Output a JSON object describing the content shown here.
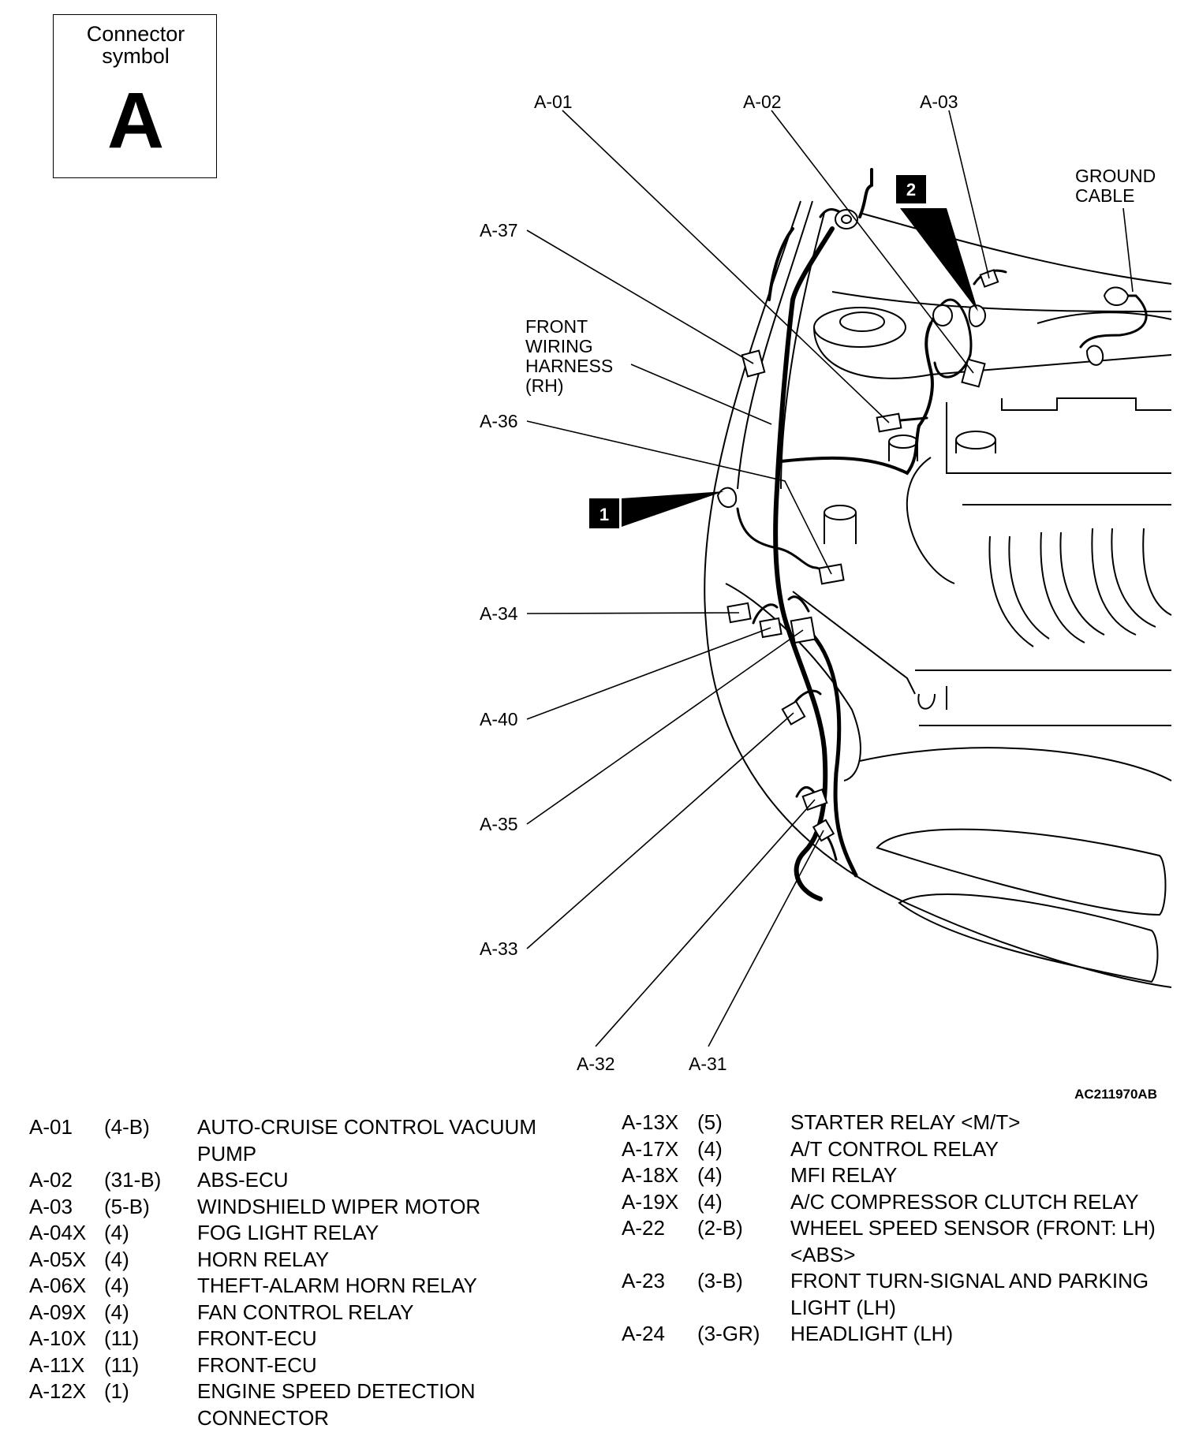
{
  "symbol": {
    "caption_line1": "Connector",
    "caption_line2": "symbol",
    "letter": "A"
  },
  "labels": {
    "a01": "A-01",
    "a02": "A-02",
    "a03": "A-03",
    "ground_line1": "GROUND",
    "ground_line2": "CABLE",
    "a37": "A-37",
    "harness_line1": "FRONT",
    "harness_line2": "WIRING",
    "harness_line3": "HARNESS",
    "harness_line4": "(RH)",
    "a36": "A-36",
    "a34": "A-34",
    "a40": "A-40",
    "a35": "A-35",
    "a33": "A-33",
    "a32": "A-32",
    "a31": "A-31",
    "callout1": "1",
    "callout2": "2"
  },
  "figure_code": "AC211970AB",
  "connectors_left": [
    {
      "id": "A-01",
      "pos": "(4-B)",
      "name": "AUTO-CRUISE CONTROL VACUUM PUMP"
    },
    {
      "id": "A-02",
      "pos": "(31-B)",
      "name": "ABS-ECU"
    },
    {
      "id": "A-03",
      "pos": "(5-B)",
      "name": "WINDSHIELD WIPER MOTOR"
    },
    {
      "id": "A-04X",
      "pos": "(4)",
      "name": "FOG LIGHT RELAY"
    },
    {
      "id": "A-05X",
      "pos": "(4)",
      "name": "HORN RELAY"
    },
    {
      "id": "A-06X",
      "pos": "(4)",
      "name": "THEFT-ALARM HORN RELAY"
    },
    {
      "id": "A-09X",
      "pos": "(4)",
      "name": "FAN CONTROL RELAY"
    },
    {
      "id": "A-10X",
      "pos": "(11)",
      "name": "FRONT-ECU"
    },
    {
      "id": "A-11X",
      "pos": "(11)",
      "name": "FRONT-ECU"
    },
    {
      "id": "A-12X",
      "pos": "(1)",
      "name": "ENGINE SPEED DETECTION CONNECTOR"
    }
  ],
  "connectors_right": [
    {
      "id": "A-13X",
      "pos": "(5)",
      "name": "STARTER RELAY <M/T>"
    },
    {
      "id": "A-17X",
      "pos": "(4)",
      "name": "A/T CONTROL RELAY"
    },
    {
      "id": "A-18X",
      "pos": "(4)",
      "name": "MFI RELAY"
    },
    {
      "id": "A-19X",
      "pos": "(4)",
      "name": "A/C COMPRESSOR CLUTCH RELAY"
    },
    {
      "id": "A-22",
      "pos": "(2-B)",
      "name": "WHEEL SPEED SENSOR (FRONT: LH) <ABS>"
    },
    {
      "id": "A-23",
      "pos": "(3-B)",
      "name": "FRONT TURN-SIGNAL AND PARKING LIGHT (LH)"
    },
    {
      "id": "A-24",
      "pos": "(3-GR)",
      "name": "HEADLIGHT (LH)"
    }
  ]
}
